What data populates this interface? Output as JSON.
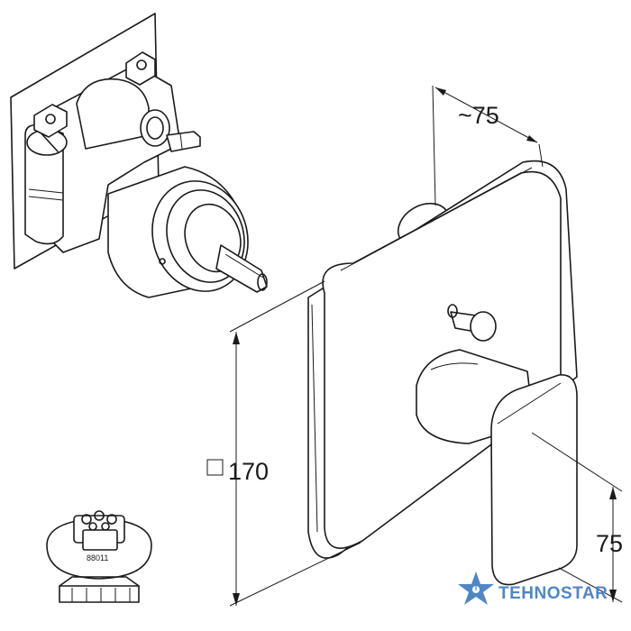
{
  "dimensions": {
    "depth_label": "~75",
    "size_label": "170",
    "size_symbol": "square",
    "lever_label": "75"
  },
  "part_number": "88011",
  "logo": {
    "text": "TEHNOSTAR",
    "color": "#4f87c6"
  }
}
